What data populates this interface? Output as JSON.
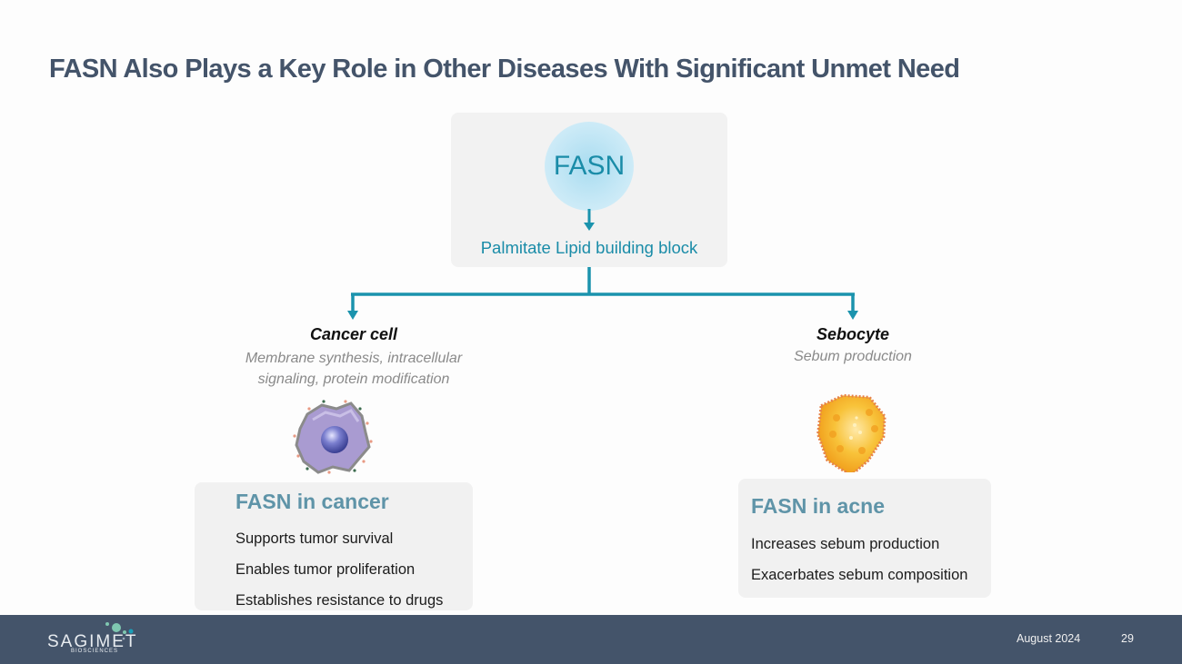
{
  "slide": {
    "title": "FASN Also Plays a Key Role in Other Diseases With Significant Unmet Need"
  },
  "diagram": {
    "root": {
      "label": "FASN",
      "product": "Palmitate Lipid building block"
    },
    "branches": [
      {
        "title": "Cancer cell",
        "subtitle_lines": [
          "Membrane synthesis, intracellular",
          "signaling, protein modification"
        ],
        "image_icon": "cancer-cell-illustration",
        "box": {
          "heading": "FASN in cancer",
          "items": [
            "Supports tumor survival",
            "Enables tumor proliferation",
            "Establishes resistance to drugs"
          ]
        }
      },
      {
        "title": "Sebocyte",
        "subtitle_lines": [
          "Sebum production"
        ],
        "image_icon": "sebocyte-illustration",
        "box": {
          "heading": "FASN in acne",
          "items": [
            "Increases sebum production",
            "Exacerbates sebum composition"
          ]
        }
      }
    ]
  },
  "colors": {
    "title": "#44546a",
    "accent": "#1a8ca8",
    "connector": "#1b93ad",
    "box_heading": "#5f94a8",
    "footer_bg": "#44546a"
  },
  "footer": {
    "logo_text": "SAGIMET",
    "logo_subtext": "BIOSCIENCES",
    "date": "August 2024",
    "page_number": "29"
  }
}
